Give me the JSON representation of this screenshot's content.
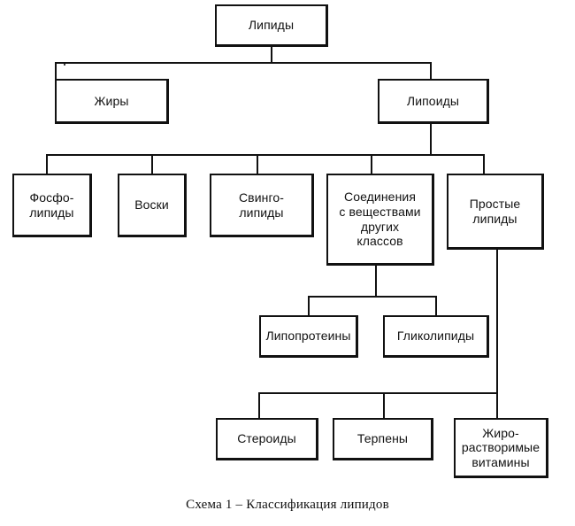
{
  "diagram": {
    "title_caption": "Схема 1 – Классификация липидов",
    "nodes": {
      "root": {
        "label": "Липиды"
      },
      "fats": {
        "label": "Жиры"
      },
      "lipoids": {
        "label": "Липоиды"
      },
      "phospholipids": {
        "label": "Фосфо-\nлипиды"
      },
      "waxes": {
        "label": "Воски"
      },
      "sphingolipids": {
        "label": "Свинго-\nлипиды"
      },
      "compounds": {
        "label": "Соединения\nс веществами\nдругих\nклассов"
      },
      "simple_lipids": {
        "label": "Простые\nлипиды"
      },
      "lipoproteins": {
        "label": "Липопротеины"
      },
      "glycolipids": {
        "label": "Гликолипиды"
      },
      "steroids": {
        "label": "Стероиды"
      },
      "terpenes": {
        "label": "Терпены"
      },
      "fat_soluble_vitamins": {
        "label": "Жиро-\nрастворимые\nвитамины"
      }
    },
    "colors": {
      "ink": "#111111",
      "paper": "#ffffff"
    }
  }
}
